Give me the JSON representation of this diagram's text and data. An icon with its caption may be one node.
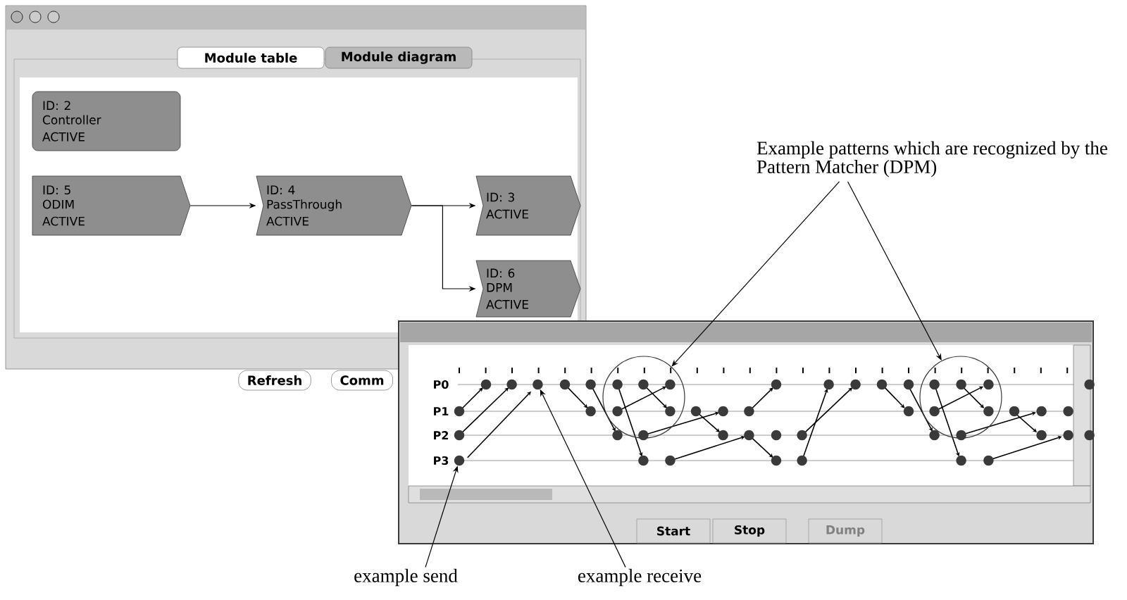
{
  "diagram": {
    "nodes": [
      {
        "text": [
          "ID: 2",
          "Controller",
          "ACTIVE"
        ]
      },
      {
        "text": [
          "ID: 5",
          "ODIM",
          "ACTIVE"
        ]
      },
      {
        "text": [
          "ID: 4",
          "PassThrough",
          "ACTIVE"
        ]
      },
      {
        "text": [
          "ID: 3",
          "ACTIVE"
        ]
      },
      {
        "text": [
          "ID: 6",
          "DPM",
          "ACTIVE"
        ]
      },
      {
        "text": [
          "Example patterns which are recognized by the Pattern Matcher (DPM)"
        ]
      },
      {
        "text": [],
        "shape": "circle"
      },
      {
        "text": [],
        "shape": "circle"
      },
      {
        "text": [
          "example send"
        ]
      },
      {
        "text": [],
        "shape": "circle"
      },
      {
        "text": [
          "example receive"
        ]
      },
      {
        "text": [],
        "shape": "circle"
      }
    ],
    "edges": [
      {
        "from": 1,
        "to": 2,
        "arrow": "to"
      },
      {
        "from": 2,
        "to": 3,
        "arrow": "to"
      },
      {
        "from": 2,
        "to": 4,
        "arrow": "to"
      },
      {
        "from": 5,
        "to": 6,
        "arrow": "to"
      },
      {
        "from": 5,
        "to": 7,
        "arrow": "to"
      },
      {
        "from": 8,
        "to": 9,
        "arrow": "to"
      },
      {
        "from": 10,
        "to": 11,
        "arrow": "to"
      },
      {
        "from": 9,
        "to": 11,
        "arrow": "to"
      }
    ],
    "labels": [
      "Module table",
      "Module diagram",
      "Refresh",
      "Comm",
      "P0",
      "P1",
      "P2",
      "P3",
      "Start",
      "Stop",
      "Dump"
    ]
  }
}
